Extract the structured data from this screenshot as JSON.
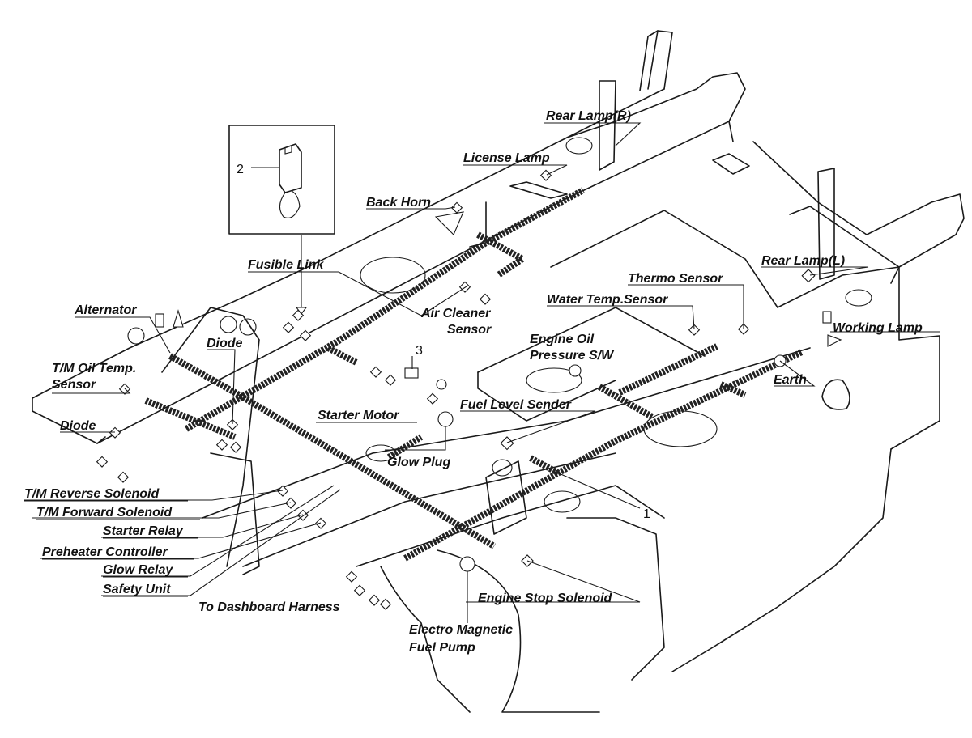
{
  "labels": {
    "rear_lamp_r": "Rear Lamp(R)",
    "license_lamp": "License Lamp",
    "back_horn": "Back Horn",
    "fusible_link": "Fusible Link",
    "alternator": "Alternator",
    "diode_upper": "Diode",
    "tm_oil_temp_sensor_line1": "T/M Oil Temp.",
    "tm_oil_temp_sensor_line2": "Sensor",
    "diode_lower": "Diode",
    "air_cleaner_sensor_line1": "Air Cleaner",
    "air_cleaner_sensor_line2": "Sensor",
    "thermo_sensor": "Thermo Sensor",
    "rear_lamp_l": "Rear Lamp(L)",
    "water_temp_sensor": "Water Temp.Sensor",
    "working_lamp": "Working Lamp",
    "engine_oil_pressure_line1": "Engine Oil",
    "engine_oil_pressure_line2": "Pressure S/W",
    "earth": "Earth",
    "fuel_level_sender": "Fuel Level Sender",
    "starter_motor": "Starter Motor",
    "glow_plug": "Glow Plug",
    "tm_reverse_solenoid": "T/M Reverse Solenoid",
    "tm_forward_solenoid": "T/M Forward Solenoid",
    "starter_relay": "Starter Relay",
    "preheater_controller": "Preheater Controller",
    "glow_relay": "Glow Relay",
    "safety_unit": "Safety Unit",
    "to_dashboard_harness": "To Dashboard Harness",
    "engine_stop_solenoid": "Engine Stop Solenoid",
    "electro_magnetic_fuel_pump_line1": "Electro Magnetic",
    "electro_magnetic_fuel_pump_line2": "Fuel Pump"
  },
  "callouts": {
    "item_1": "1",
    "item_2": "2",
    "item_3": "3"
  },
  "colors": {
    "line": "#1a1a1a",
    "harness": "#222222",
    "background": "#ffffff"
  }
}
